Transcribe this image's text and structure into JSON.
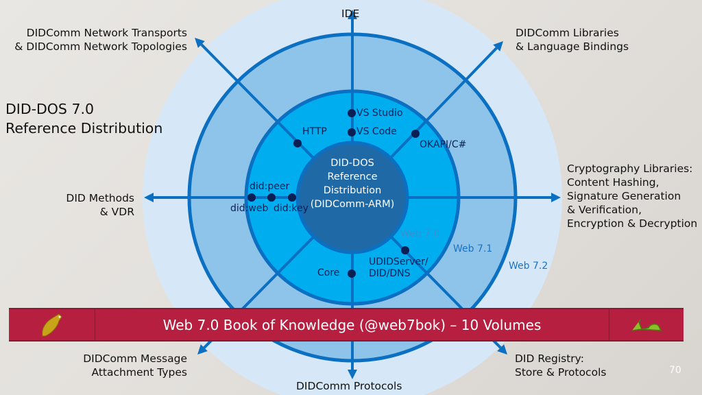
{
  "title": {
    "line1": "DID-DOS 7.0",
    "line2": "Reference Distribution"
  },
  "center": {
    "line1": "DID-DOS",
    "line2": "Reference",
    "line3": "Distribution",
    "line4": "(DIDComm-ARM)"
  },
  "rings": {
    "inner": "Web 7.0",
    "middle": "Web 7.1",
    "outer": "Web 7.2"
  },
  "axes": {
    "top": "IDE",
    "top_right": {
      "line1": "DIDComm Libraries",
      "line2": "& Language Bindings"
    },
    "right": {
      "line1": "Cryptography Libraries:",
      "line2": "Content Hashing,",
      "line3": "Signature Generation",
      "line4": "& Verification,",
      "line5": "Encryption & Decryption"
    },
    "bottom_right": {
      "line1": "DID Registry:",
      "line2": "Store & Protocols"
    },
    "bottom": "DIDComm Protocols",
    "bottom_left": {
      "line1": "DIDComm Message",
      "line2": "Attachment Types"
    },
    "left": {
      "line1": "DID Methods",
      "line2": "& VDR"
    },
    "top_left": {
      "line1": "DIDComm Network Transports",
      "line2": "& DIDComm Network Topologies"
    }
  },
  "nodes": {
    "vs_studio": "VS Studio",
    "vs_code": "VS Code",
    "http": "HTTP",
    "okapi": "OKAPI/C#",
    "did_peer": "did:peer",
    "did_web": "did:web",
    "did_key": "did:key",
    "core": "Core",
    "udidserver_line1": "UDIDServer/",
    "udidserver_line2": "DID/DNS"
  },
  "banner": {
    "text": "Web 7.0 Book of Knowledge (@web7bok) – 10 Volumes",
    "left_icon": "bear-icon",
    "right_icon": "frog-icon"
  },
  "page_number": "70",
  "colors": {
    "outer": "#d6e8f7",
    "middle": "#8ec4ea",
    "inner": "#00aef0",
    "core": "#1f6aa6",
    "axis": "#0b6fc2",
    "banner": "#b71f41"
  }
}
